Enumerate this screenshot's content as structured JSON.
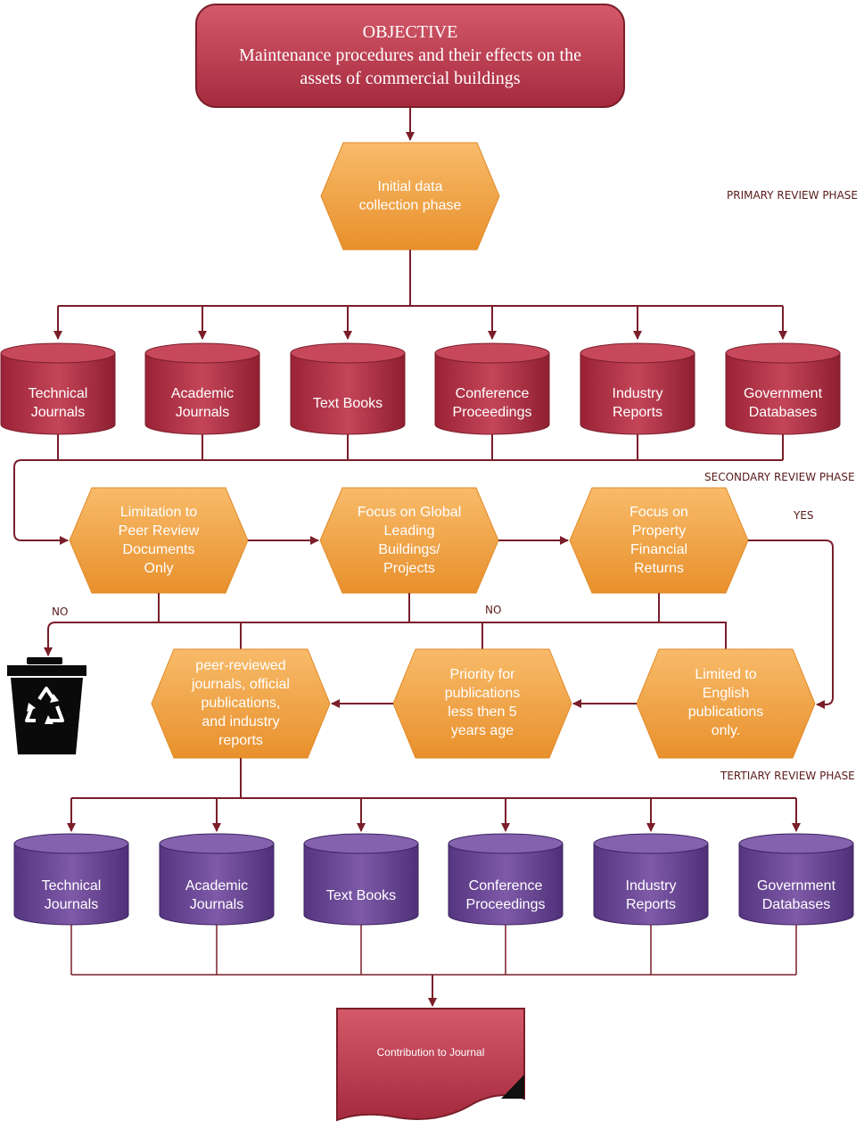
{
  "objective": {
    "title": "OBJECTIVE",
    "line1": "Maintenance procedures and their effects on the",
    "line2": "assets of commercial buildings"
  },
  "phases": {
    "primary": "PRIMARY REVIEW PHASE",
    "secondary": "SECONDARY REVIEW PHASE",
    "tertiary": "TERTIARY REVIEW PHASE"
  },
  "initial": {
    "line1": "Initial data",
    "line2": "collection phase"
  },
  "red_sources": [
    {
      "line1": "Technical",
      "line2": "Journals"
    },
    {
      "line1": "Academic",
      "line2": "Journals"
    },
    {
      "line1": "Text Books",
      "line2": ""
    },
    {
      "line1": "Conference",
      "line2": "Proceedings"
    },
    {
      "line1": "Industry",
      "line2": "Reports"
    },
    {
      "line1": "Government",
      "line2": "Databases"
    }
  ],
  "purple_sources": [
    {
      "line1": "Technical",
      "line2": "Journals"
    },
    {
      "line1": "Academic",
      "line2": "Journals"
    },
    {
      "line1": "Text Books",
      "line2": ""
    },
    {
      "line1": "Conference",
      "line2": "Proceedings"
    },
    {
      "line1": "Industry",
      "line2": "Reports"
    },
    {
      "line1": "Government",
      "line2": "Databases"
    }
  ],
  "filters_row1": [
    {
      "lines": [
        "Limitation to",
        "Peer Review",
        "Documents",
        "Only"
      ]
    },
    {
      "lines": [
        "Focus on Global",
        "Leading",
        "Buildings/",
        "Projects"
      ]
    },
    {
      "lines": [
        "Focus on",
        "Property",
        "Financial",
        "Returns"
      ]
    }
  ],
  "filters_row2": [
    {
      "lines": [
        "peer-reviewed",
        "journals, official",
        "publications,",
        "and industry",
        "reports"
      ]
    },
    {
      "lines": [
        "Priority for",
        "publications",
        "less then 5",
        "years age"
      ]
    },
    {
      "lines": [
        "Limited to",
        "English",
        "publications",
        "only."
      ]
    }
  ],
  "labels": {
    "no_left": "NO",
    "no_mid": "NO",
    "yes": "YES"
  },
  "trash_icon": "recycle-bin-icon",
  "output": {
    "label": "Contribution to Journal"
  },
  "colors": {
    "red_fill": "#b8384c",
    "red_dark": "#8a2233",
    "orange_fill": "#f0a040",
    "purple_fill": "#6e4a98",
    "line": "#7a1e2a"
  }
}
